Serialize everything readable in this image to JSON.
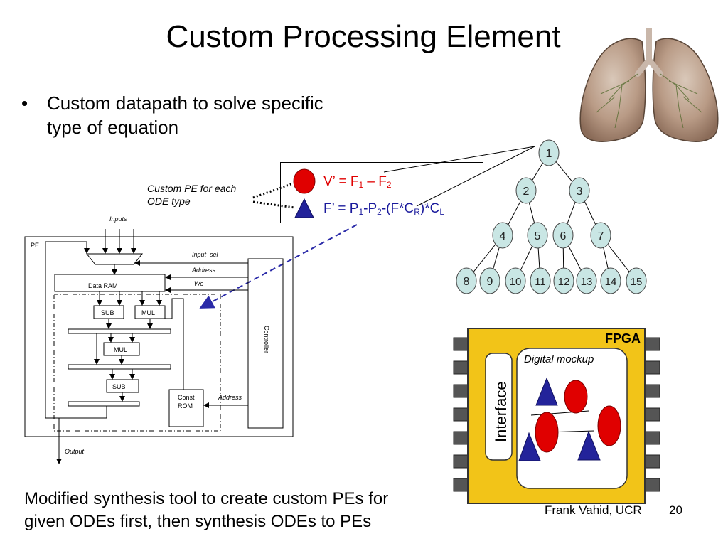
{
  "slide": {
    "title": "Custom Processing Element",
    "bullet": "Custom datapath to solve specific type of equation",
    "footer_text": "Modified synthesis tool to create custom PEs for given ODEs first, then synthesis ODEs to PEs",
    "author": "Frank Vahid, UCR",
    "page_number": "20"
  },
  "equations": {
    "caption_line1": "Custom PE for each",
    "caption_line2": "ODE type",
    "v_prefix": "V’ = F",
    "v_sub1": "1",
    "v_mid": " – F",
    "v_sub2": "2",
    "f_prefix": "F’ = P",
    "f_sub1": "1",
    "f_mid1": "-P",
    "f_sub2": "2",
    "f_mid2": "-(F*C",
    "f_sub3": "R",
    "f_mid3": ")*C",
    "f_sub4": "L",
    "v_color": "#e00000",
    "f_color": "#1a1a9c"
  },
  "pe_diagram": {
    "inputs_label": "Inputs",
    "pe_label": "PE",
    "input_sel_label": "Input_sel",
    "address_label": "Address",
    "we_label": "We",
    "data_ram_label": "Data RAM",
    "sub_label": "SUB",
    "mul_label": "MUL",
    "controller_label": "Controller",
    "const_label": "Const",
    "rom_label": "ROM",
    "output_label": "Output"
  },
  "tree": {
    "nodes": [
      "1",
      "2",
      "3",
      "4",
      "5",
      "6",
      "7",
      "8",
      "9",
      "10",
      "11",
      "12",
      "13",
      "14",
      "15"
    ],
    "node_color": "#c9e6e4"
  },
  "fpga": {
    "label": "FPGA",
    "mockup_label": "Digital mockup",
    "interface_label": "Interface",
    "chip_color": "#f2c418"
  }
}
